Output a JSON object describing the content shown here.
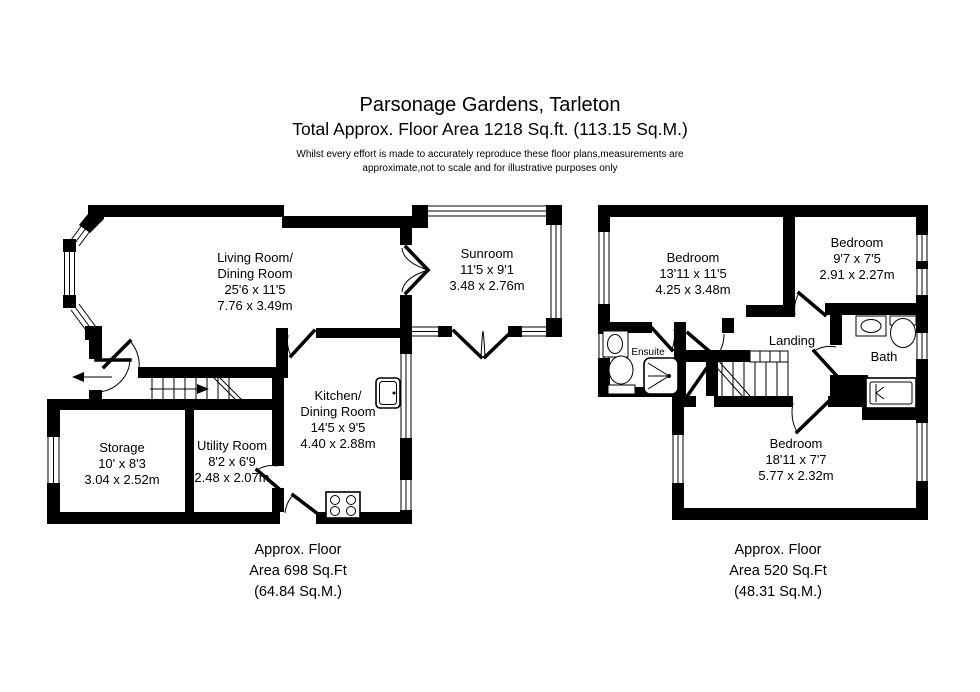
{
  "header": {
    "title": "Parsonage Gardens, Tarleton",
    "subtitle": "Total Approx. Floor Area 1218 Sq.ft. (113.15 Sq.M.)",
    "disclaimer_line1": "Whilst every effort is made to accurately reproduce these floor plans,measurements are",
    "disclaimer_line2": "approximate,not to scale and for illustrative purposes only"
  },
  "ground_floor": {
    "rooms": {
      "living_room": {
        "line1": "Living Room/",
        "line2": "Dining Room",
        "imperial": "25'6 x 11'5",
        "metric": "7.76 x 3.49m"
      },
      "sunroom": {
        "name": "Sunroom",
        "imperial": "11'5 x 9'1",
        "metric": "3.48 x 2.76m"
      },
      "kitchen": {
        "line1": "Kitchen/",
        "line2": "Dining Room",
        "imperial": "14'5 x 9'5",
        "metric": "4.40 x 2.88m"
      },
      "storage": {
        "name": "Storage",
        "imperial": "10' x 8'3",
        "metric": "3.04 x 2.52m"
      },
      "utility": {
        "name": "Utility Room",
        "imperial": "8'2 x 6'9",
        "metric": "2.48 x 2.07m"
      }
    },
    "footer": {
      "line1": "Approx. Floor",
      "line2": "Area 698 Sq.Ft",
      "line3": "(64.84 Sq.M.)"
    }
  },
  "first_floor": {
    "rooms": {
      "bedroom_1": {
        "name": "Bedroom",
        "imperial": "13'11 x 11'5",
        "metric": "4.25 x 3.48m"
      },
      "bedroom_2": {
        "name": "Bedroom",
        "imperial": "9'7 x 7'5",
        "metric": "2.91 x 2.27m"
      },
      "bedroom_3": {
        "name": "Bedroom",
        "imperial": "18'11 x 7'7",
        "metric": "5.77 x 2.32m"
      },
      "landing": {
        "name": "Landing"
      },
      "ensuite": {
        "name": "Ensuite"
      },
      "bath": {
        "name": "Bath"
      }
    },
    "footer": {
      "line1": "Approx. Floor",
      "line2": "Area 520 Sq.Ft",
      "line3": "(48.31 Sq.M.)"
    }
  },
  "colors": {
    "wall": "#000000",
    "background": "#ffffff",
    "text": "#000000"
  }
}
